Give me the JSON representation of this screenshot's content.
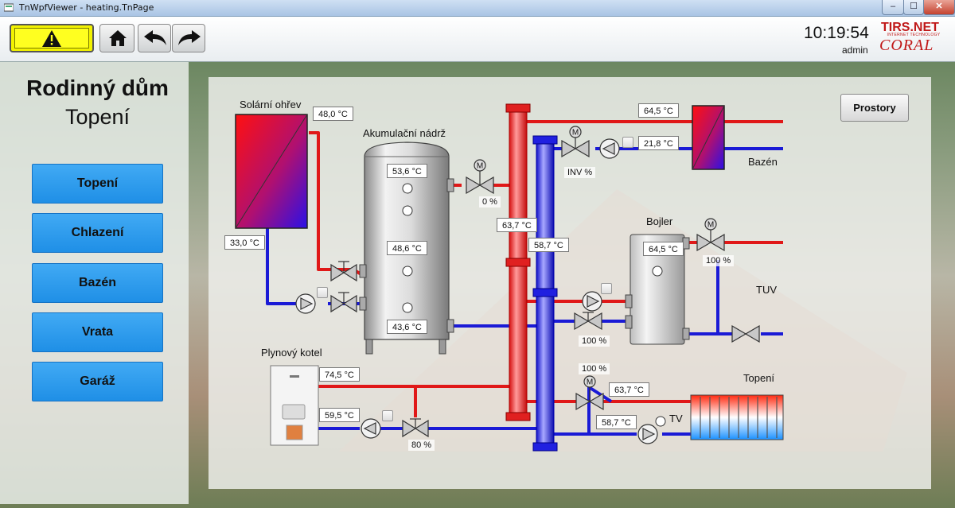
{
  "window": {
    "title": "TnWpfViewer - heating.TnPage",
    "minimize": "–",
    "maximize": "☐",
    "close": "✕"
  },
  "header": {
    "time": "10:19:54",
    "user": "admin",
    "logo_top": "TIRS.NET",
    "logo_tagline": "INTERNET TECHNOLOGY",
    "logo_bottom": "CORAL"
  },
  "colors": {
    "hot": "#e01818",
    "cold": "#1a1ad6",
    "nav": "#2d9cee",
    "alarm": "#f2f200"
  },
  "page": {
    "title": "Rodinný dům",
    "subtitle": "Topení"
  },
  "nav": [
    "Topení",
    "Chlazení",
    "Bazén",
    "Vrata",
    "Garáž"
  ],
  "prostory": "Prostory",
  "labels": {
    "solar": "Solární ohřev",
    "tank": "Akumulační nádrž",
    "boiler": "Plynový kotel",
    "water_heater": "Bojler",
    "pool": "Bazén",
    "tuv": "TUV",
    "heating": "Topení",
    "tv": "TV"
  },
  "values": {
    "solar_out": "48,0 °C",
    "solar_in": "33,0 °C",
    "tank_top": "53,6 °C",
    "tank_mid": "48,6 °C",
    "tank_bottom": "43,6 °C",
    "tank_valve": "0 %",
    "hot_header": "63,7 °C",
    "cold_header": "58,7 °C",
    "pool_supply": "64,5 °C",
    "pool_return": "21,8 °C",
    "pool_valve": "INV %",
    "bojler_temp": "64,5 °C",
    "tuv_valve": "100 %",
    "bojler_valve": "100 %",
    "heating_valve": "100 %",
    "heating_supply": "63,7 °C",
    "heating_return": "58,7 °C",
    "boiler_out": "74,5 °C",
    "boiler_in": "59,5 °C",
    "boiler_valve": "80 %"
  }
}
